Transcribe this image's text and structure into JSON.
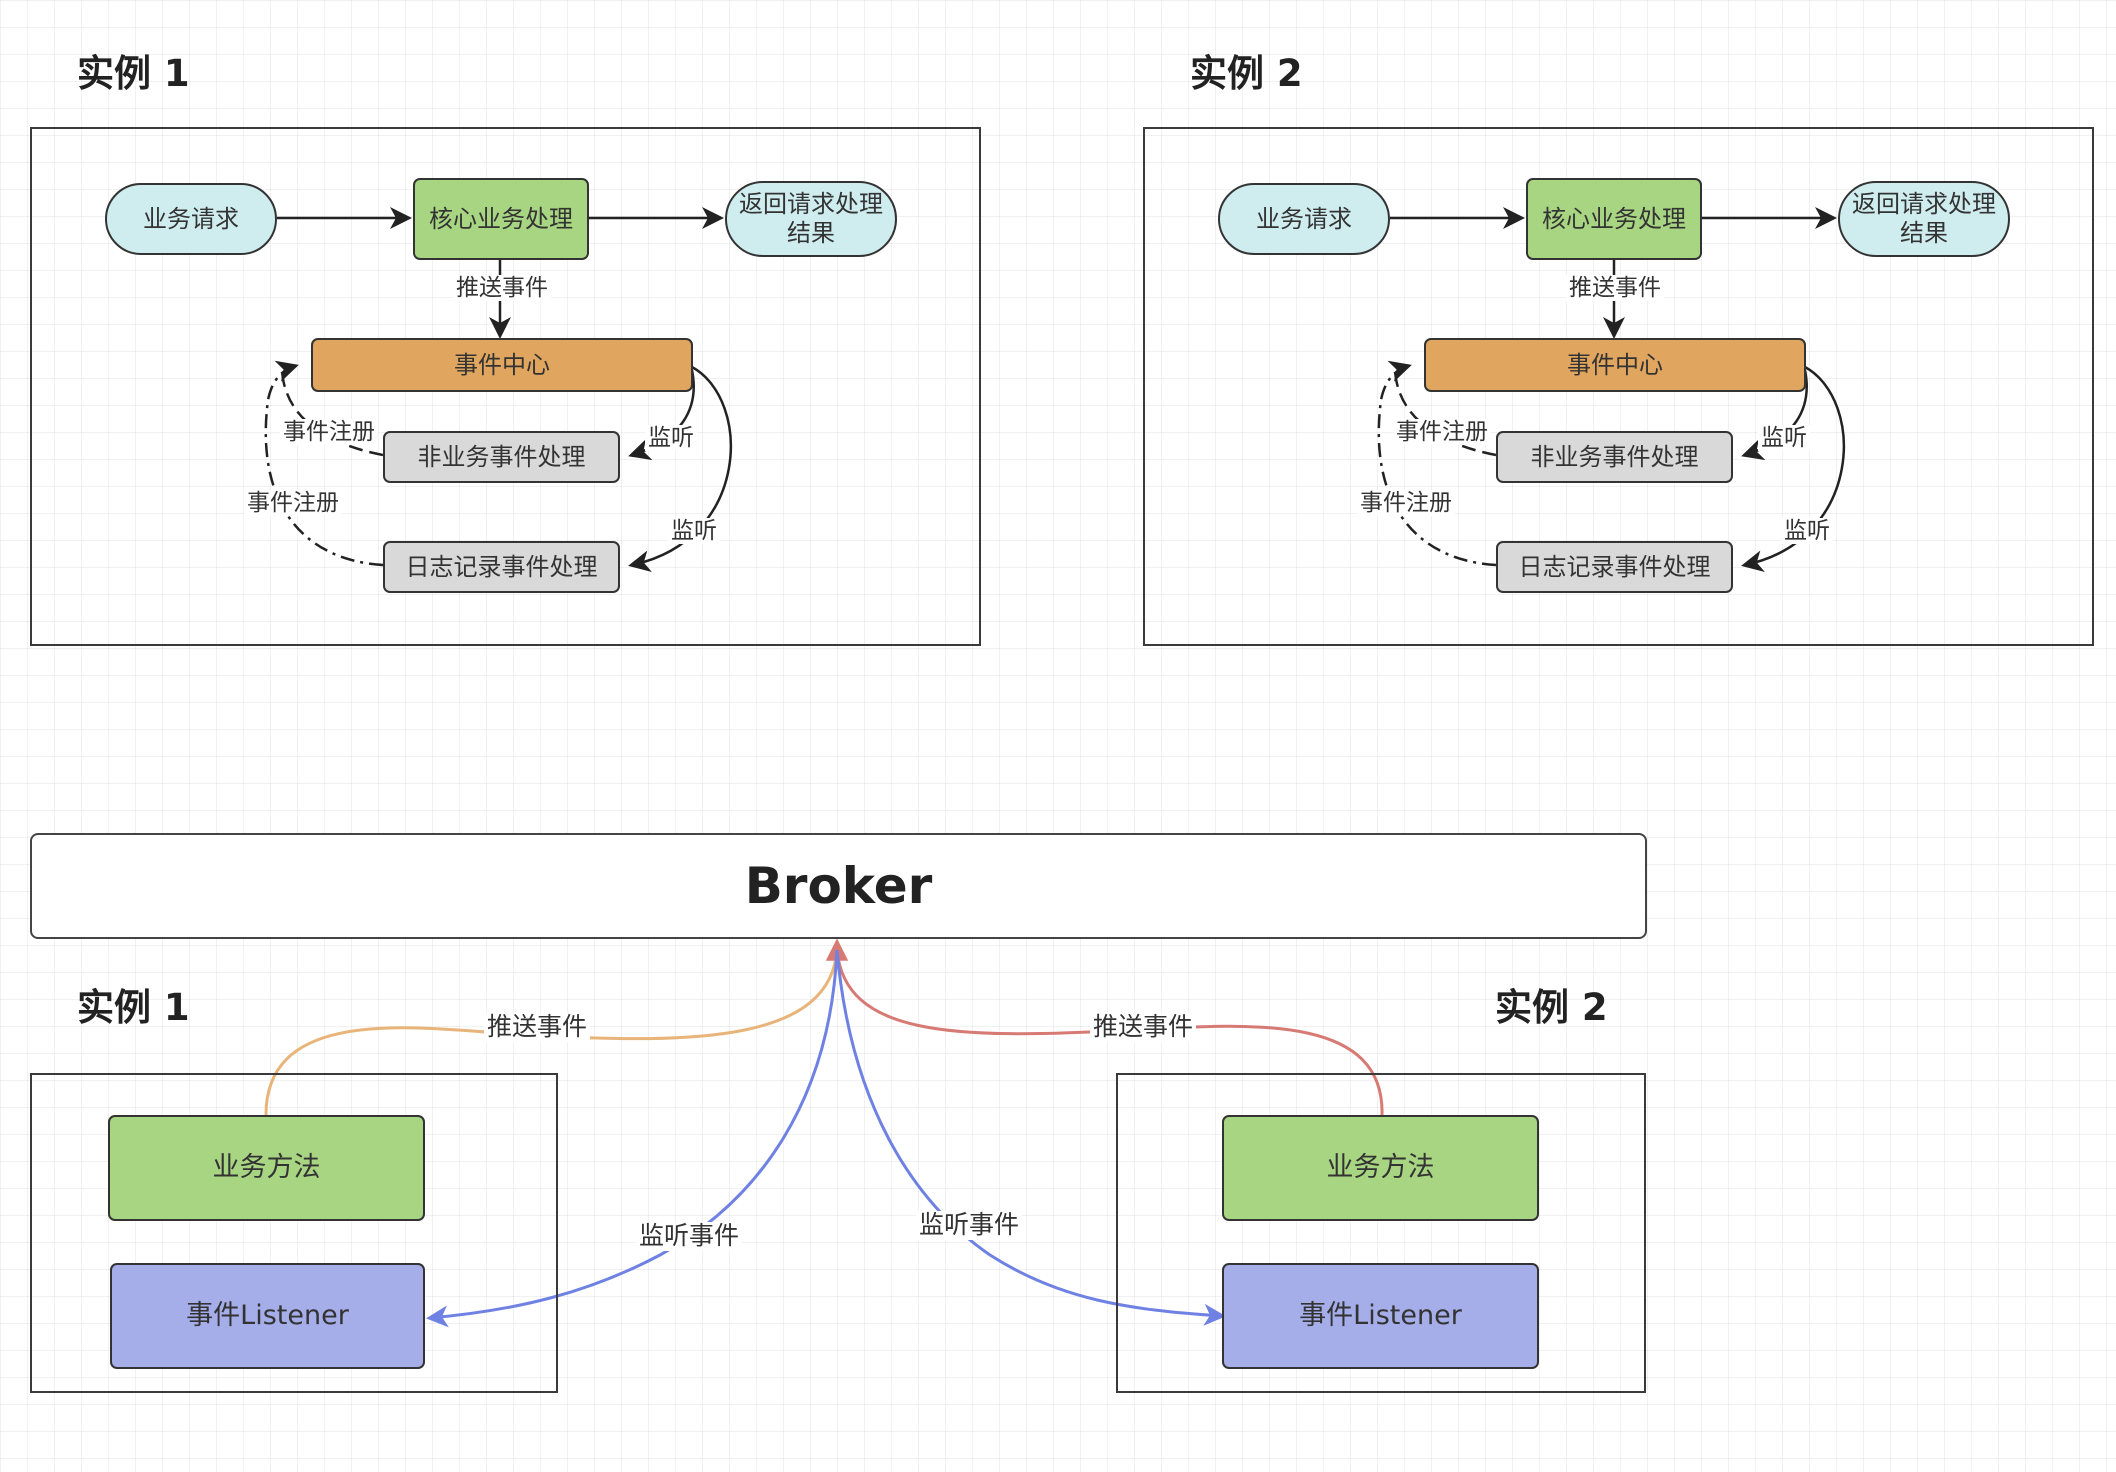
{
  "instances_top": [
    {
      "title": "实例 1",
      "nodes": {
        "request": "业务请求",
        "core": "核心业务处理",
        "return": "返回请求处理结果",
        "event_center": "事件中心",
        "non_business": "非业务事件处理",
        "log": "日志记录事件处理"
      },
      "edges": {
        "push": "推送事件",
        "register_1": "事件注册",
        "register_2": "事件注册",
        "listen_1": "监听",
        "listen_2": "监听"
      }
    },
    {
      "title": "实例 2",
      "nodes": {
        "request": "业务请求",
        "core": "核心业务处理",
        "return": "返回请求处理结果",
        "event_center": "事件中心",
        "non_business": "非业务事件处理",
        "log": "日志记录事件处理"
      },
      "edges": {
        "push": "推送事件",
        "register_1": "事件注册",
        "register_2": "事件注册",
        "listen_1": "监听",
        "listen_2": "监听"
      }
    }
  ],
  "broker": {
    "label": "Broker"
  },
  "instances_bottom": [
    {
      "title": "实例 1",
      "business_method": "业务方法",
      "listener": "事件Listener",
      "push_label": "推送事件",
      "listen_label": "监听事件"
    },
    {
      "title": "实例 2",
      "business_method": "业务方法",
      "listener": "事件Listener",
      "push_label": "推送事件",
      "listen_label": "监听事件"
    }
  ],
  "colors": {
    "pill": "#cfecef",
    "green": "#a8d582",
    "orange": "#e0a55e",
    "gray": "#d9d9d9",
    "purple": "#a6aeea",
    "push_line_left": "#e8b47a",
    "push_line_right": "#d77a74",
    "listen_line": "#6f82e3"
  }
}
